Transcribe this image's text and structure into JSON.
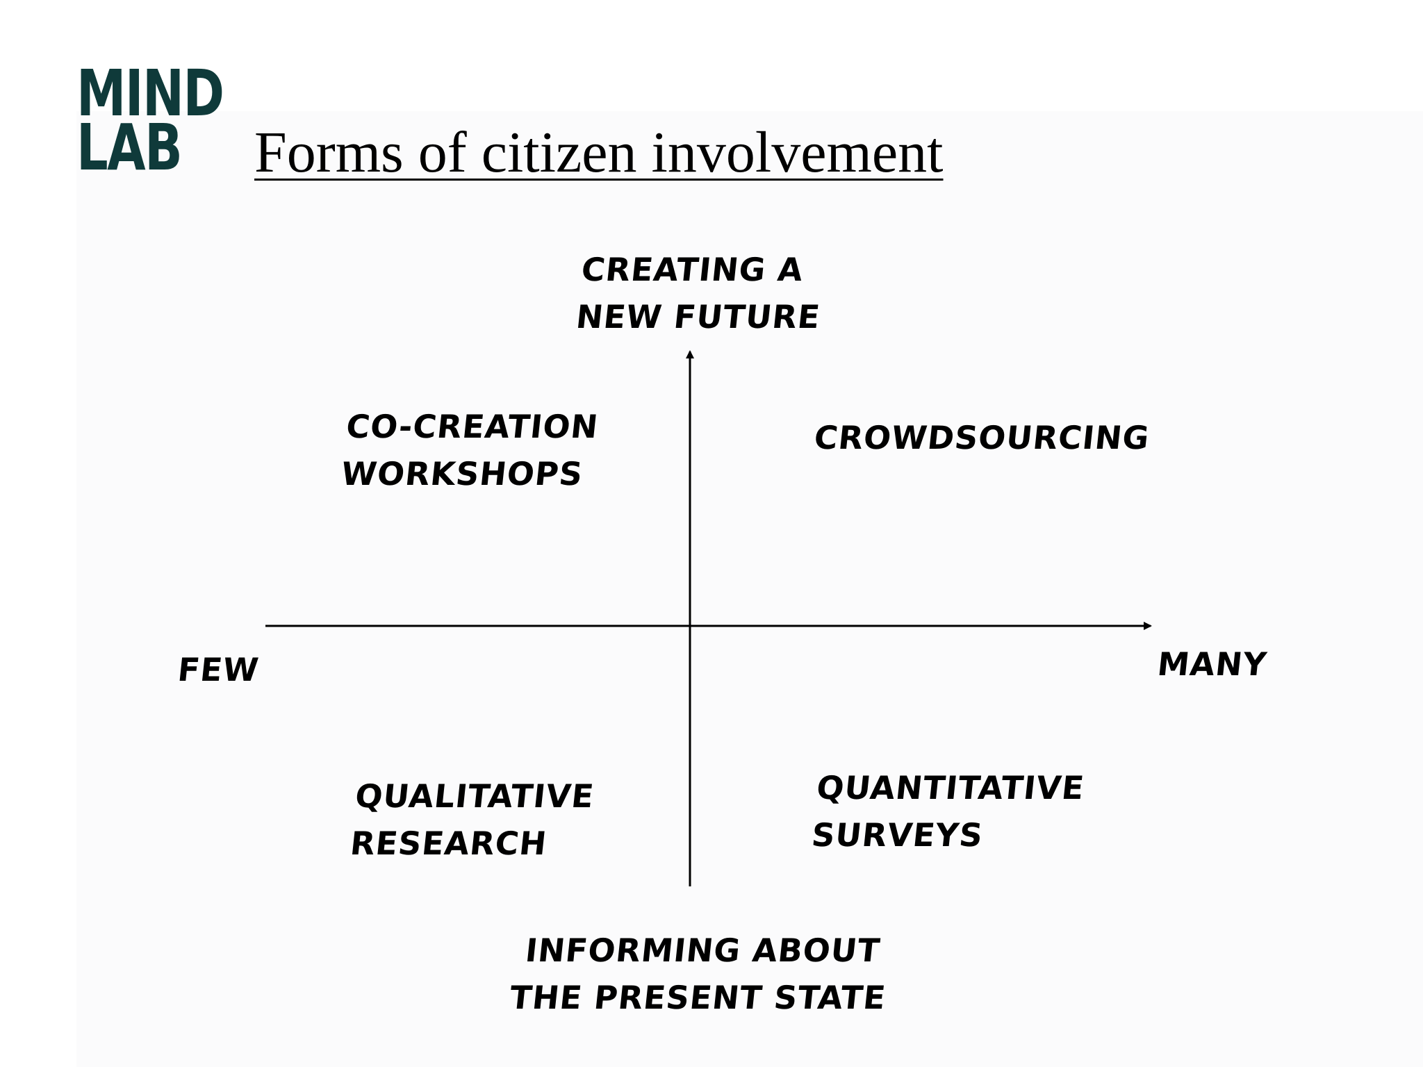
{
  "logo": {
    "line1": "MIND",
    "line2": "LAB"
  },
  "title": "Forms of citizen involvement",
  "axes": {
    "top": [
      "Creating a",
      "new future"
    ],
    "bottom": [
      "Informing about",
      "the present state"
    ],
    "left": "Few",
    "right": "Many"
  },
  "quadrants": {
    "top_left": [
      "Co-creation",
      "workshops"
    ],
    "top_right": [
      "Crowdsourcing"
    ],
    "bottom_left": [
      "Qualitative",
      "research"
    ],
    "bottom_right": [
      "Quantitative",
      "surveys"
    ]
  },
  "colors": {
    "logo": "#0f3a3a",
    "text": "#000000",
    "axis": "#000000"
  }
}
